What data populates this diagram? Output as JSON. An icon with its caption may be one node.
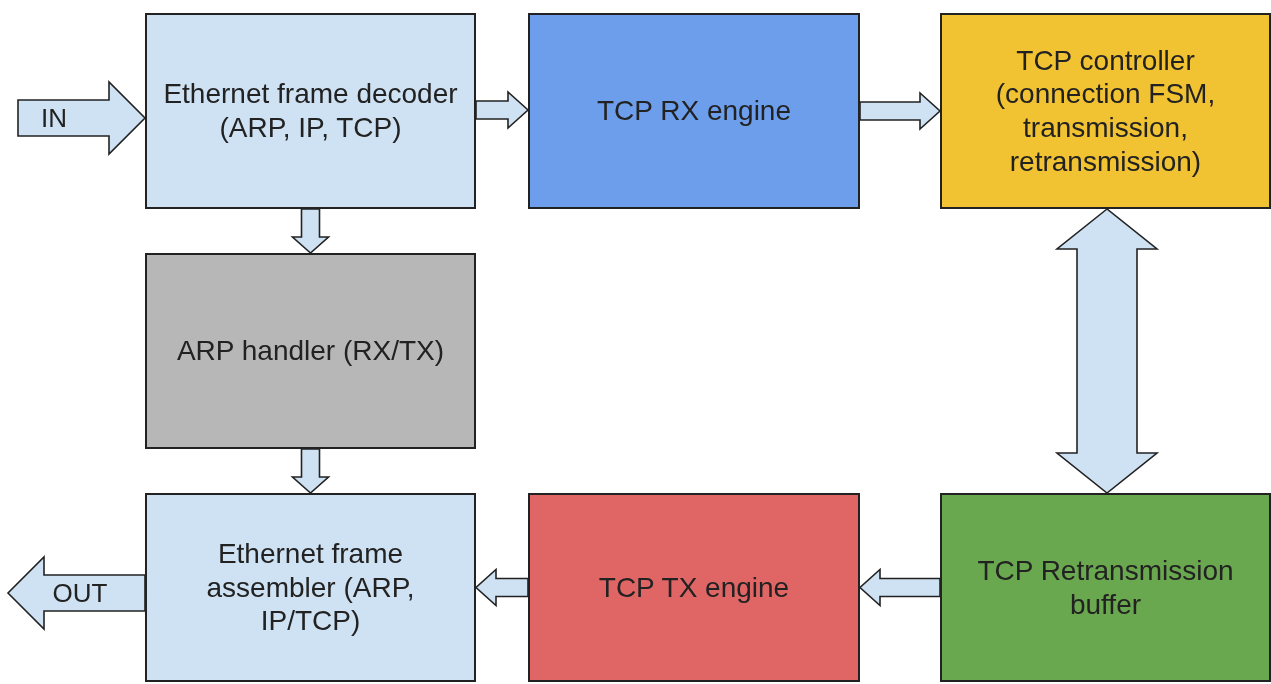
{
  "diagram": {
    "nodes": [
      {
        "text": [
          "Ethernet frame decoder (ARP, IP, TCP)"
        ]
      },
      {
        "text": [
          "TCP RX engine"
        ]
      },
      {
        "text": [
          "TCP controller (connection FSM, transmission, retransmission)"
        ]
      },
      {
        "text": [
          "ARP handler (RX/TX)"
        ]
      },
      {
        "text": [
          "Ethernet frame assembler (ARP, IP/TCP)"
        ]
      },
      {
        "text": [
          "TCP TX engine"
        ]
      },
      {
        "text": [
          "TCP Retransmission buffer"
        ]
      }
    ],
    "edges": [
      {
        "from": null,
        "to": 0,
        "arrow": "to",
        "label": "IN"
      },
      {
        "from": 0,
        "to": 1,
        "arrow": "to"
      },
      {
        "from": 1,
        "to": 2,
        "arrow": "to"
      },
      {
        "from": 0,
        "to": 3,
        "arrow": "to"
      },
      {
        "from": 3,
        "to": 4,
        "arrow": "to"
      },
      {
        "from": 2,
        "to": 6,
        "arrow": "both"
      },
      {
        "from": 6,
        "to": 5,
        "arrow": "to"
      },
      {
        "from": 5,
        "to": 4,
        "arrow": "to"
      },
      {
        "from": 4,
        "to": null,
        "arrow": "to",
        "label": "OUT"
      }
    ]
  }
}
